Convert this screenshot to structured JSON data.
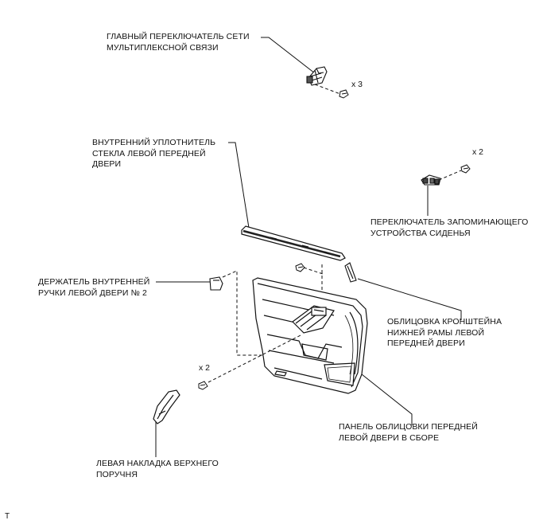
{
  "labels": {
    "main_switch": "ГЛАВНЫЙ ПЕРЕКЛЮЧАТЕЛЬ СЕТИ\nМУЛЬТИПЛЕКСНОЙ СВЯЗИ",
    "inner_weatherstrip": "ВНУТРЕННИЙ УПЛОТНИТЕЛЬ\nСТЕКЛА ЛЕВОЙ ПЕРЕДНЕЙ\nДВЕРИ",
    "memory_switch": "ПЕРЕКЛЮЧАТЕЛЬ ЗАПОМИНАЮЩЕГО\nУСТРОЙСТВА СИДЕНЬЯ",
    "handle_bezel": "ДЕРЖАТЕЛЬ ВНУТРЕННЕЙ\nРУЧКИ ЛЕВОЙ ДВЕРИ № 2",
    "frame_bracket_garnish": "ОБЛИЦОВКА КРОНШТЕЙНА\nНИЖНЕЙ РАМЫ ЛЕВОЙ\nПЕРЕДНЕЙ ДВЕРИ",
    "trim_board": "ПАНЕЛЬ ОБЛИЦОВКИ ПЕРЕДНЕЙ\nЛЕВОЙ ДВЕРИ В СБОРЕ",
    "armrest_cover": "ЛЕВАЯ НАКЛАДКА ВЕРХНЕГО\nПОРУЧНЯ"
  },
  "quantities": {
    "main_switch_screws": "x 3",
    "memory_switch_screws": "x 2",
    "trim_screws": "x 2"
  },
  "corner_mark": "T"
}
